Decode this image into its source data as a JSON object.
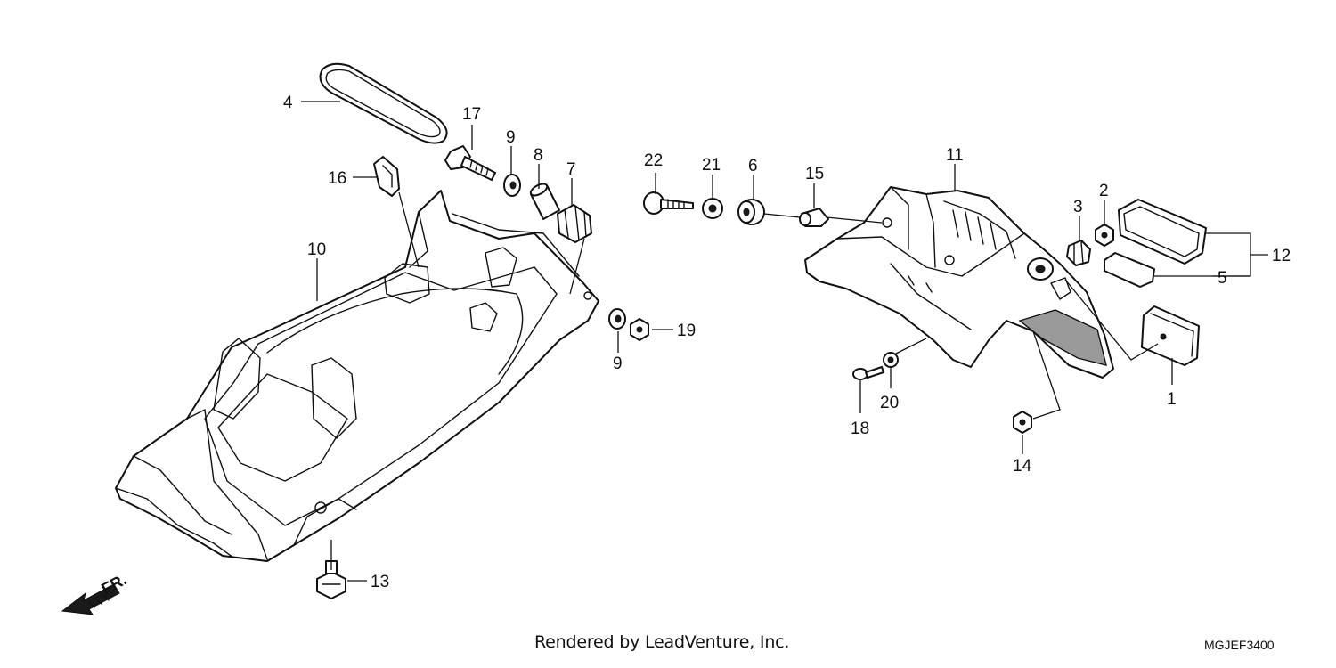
{
  "callouts": [
    {
      "label": "1"
    },
    {
      "label": "2"
    },
    {
      "label": "3"
    },
    {
      "label": "4"
    },
    {
      "label": "5"
    },
    {
      "label": "6"
    },
    {
      "label": "7"
    },
    {
      "label": "8"
    },
    {
      "label": "9"
    },
    {
      "label": "9"
    },
    {
      "label": "10"
    },
    {
      "label": "11"
    },
    {
      "label": "12"
    },
    {
      "label": "13"
    },
    {
      "label": "14"
    },
    {
      "label": "15"
    },
    {
      "label": "16"
    },
    {
      "label": "17"
    },
    {
      "label": "18"
    },
    {
      "label": "19"
    },
    {
      "label": "20"
    },
    {
      "label": "21"
    },
    {
      "label": "22"
    }
  ],
  "direction_arrow": {
    "label": "FR."
  },
  "footer": {
    "credit": "Rendered by LeadVenture, Inc.",
    "code": "MGJEF3400"
  }
}
